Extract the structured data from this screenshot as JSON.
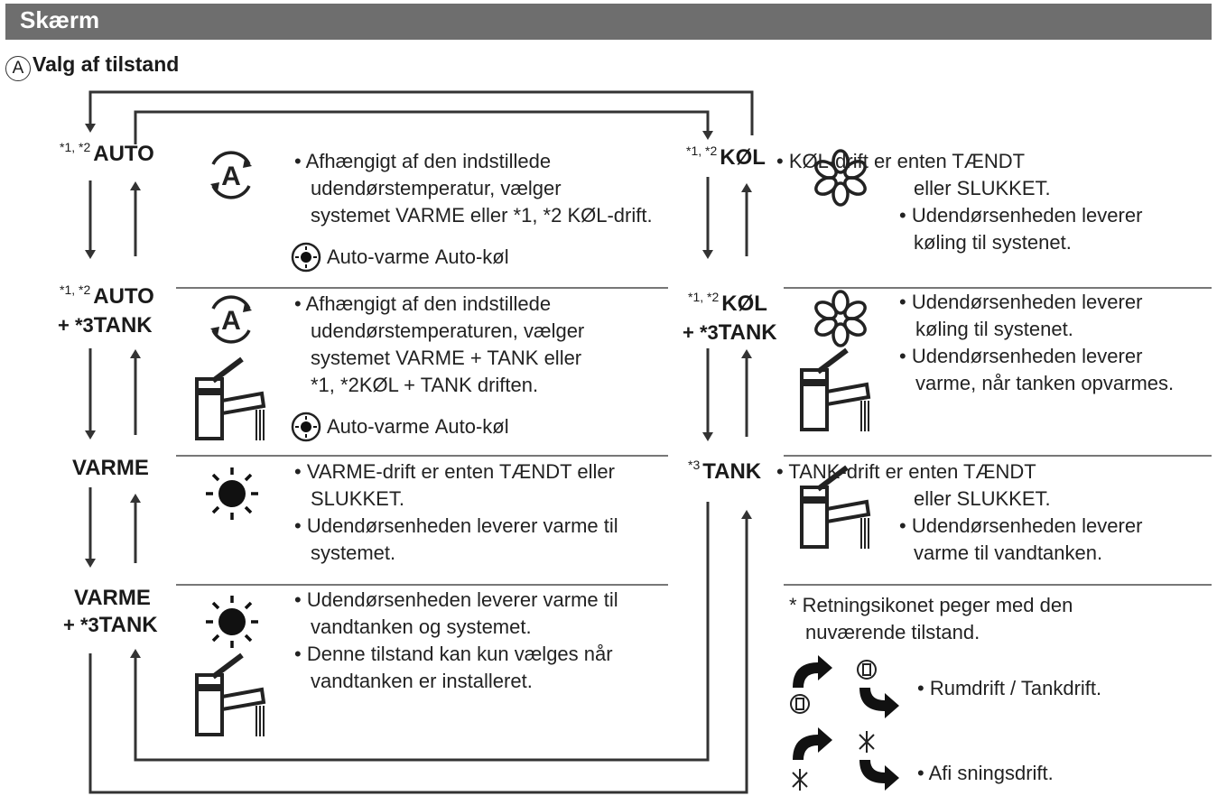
{
  "header": {
    "title": "Skærm"
  },
  "section": {
    "marker": "A",
    "title": "Valg af tilstand"
  },
  "left_modes": [
    {
      "sup": "*1, *2",
      "label": "AUTO",
      "sup2": "",
      "label2": "",
      "text": [
        "• Afhængigt af den indstillede",
        "udendørstemperatur, vælger",
        "systemet VARME eller *1, *2 KØL-drift."
      ],
      "auto_line": {
        "a": "Auto-varme",
        "b": "Auto-køl"
      }
    },
    {
      "sup": "*1, *2",
      "label": "AUTO",
      "sup2": "+ *3",
      "label2": "TANK",
      "text": [
        "• Afhængigt af den indstillede",
        "udendørstemperaturen, vælger",
        "systemet VARME + TANK eller",
        "*1, *2KØL + TANK driften."
      ],
      "auto_line": {
        "a": "Auto-varme",
        "b": "Auto-køl"
      }
    },
    {
      "sup": "",
      "label": "VARME",
      "sup2": "",
      "label2": "",
      "text": [
        "• VARME-drift er enten TÆNDT eller",
        "SLUKKET.",
        "• Udendørsenheden leverer varme til",
        "systemet."
      ]
    },
    {
      "sup": "",
      "label": "VARME",
      "sup2": "+ *3",
      "label2": "TANK",
      "text": [
        "• Udendørsenheden leverer varme til",
        "vandtanken og systemet.",
        "• Denne tilstand kan kun vælges når",
        "vandtanken er installeret."
      ]
    }
  ],
  "right_modes": [
    {
      "sup": "*1, *2",
      "label": "KØL",
      "sup2": "",
      "label2": "",
      "text": [
        "• KØL-drift er enten TÆNDT",
        "eller SLUKKET.",
        "• Udendørsenheden leverer",
        "køling til systenet."
      ]
    },
    {
      "sup": "*1, *2",
      "label": "KØL",
      "sup2": "+ *3",
      "label2": "TANK",
      "text": [
        "• Udendørsenheden leverer",
        "køling til systenet.",
        "• Udendørsenheden leverer",
        "varme, når tanken opvarmes."
      ]
    },
    {
      "sup": "*3",
      "label": "TANK",
      "sup2": "",
      "label2": "",
      "text": [
        "• TANK-drift er enten TÆNDT",
        "eller SLUKKET.",
        "• Udendørsenheden leverer",
        "varme til vandtanken."
      ]
    }
  ],
  "legend": {
    "note": [
      "* Retningsikonet peger med den",
      "nuværende tilstand."
    ],
    "room_tank": "• Rumdrift / Tankdrift.",
    "defrost": "• Afi sningsdrift."
  },
  "icons": [
    "auto-mode-icon",
    "tap-icon",
    "sun-icon",
    "snowflake-icon",
    "auto-heat-icon",
    "auto-cool-icon",
    "direction-arrow-icon"
  ]
}
